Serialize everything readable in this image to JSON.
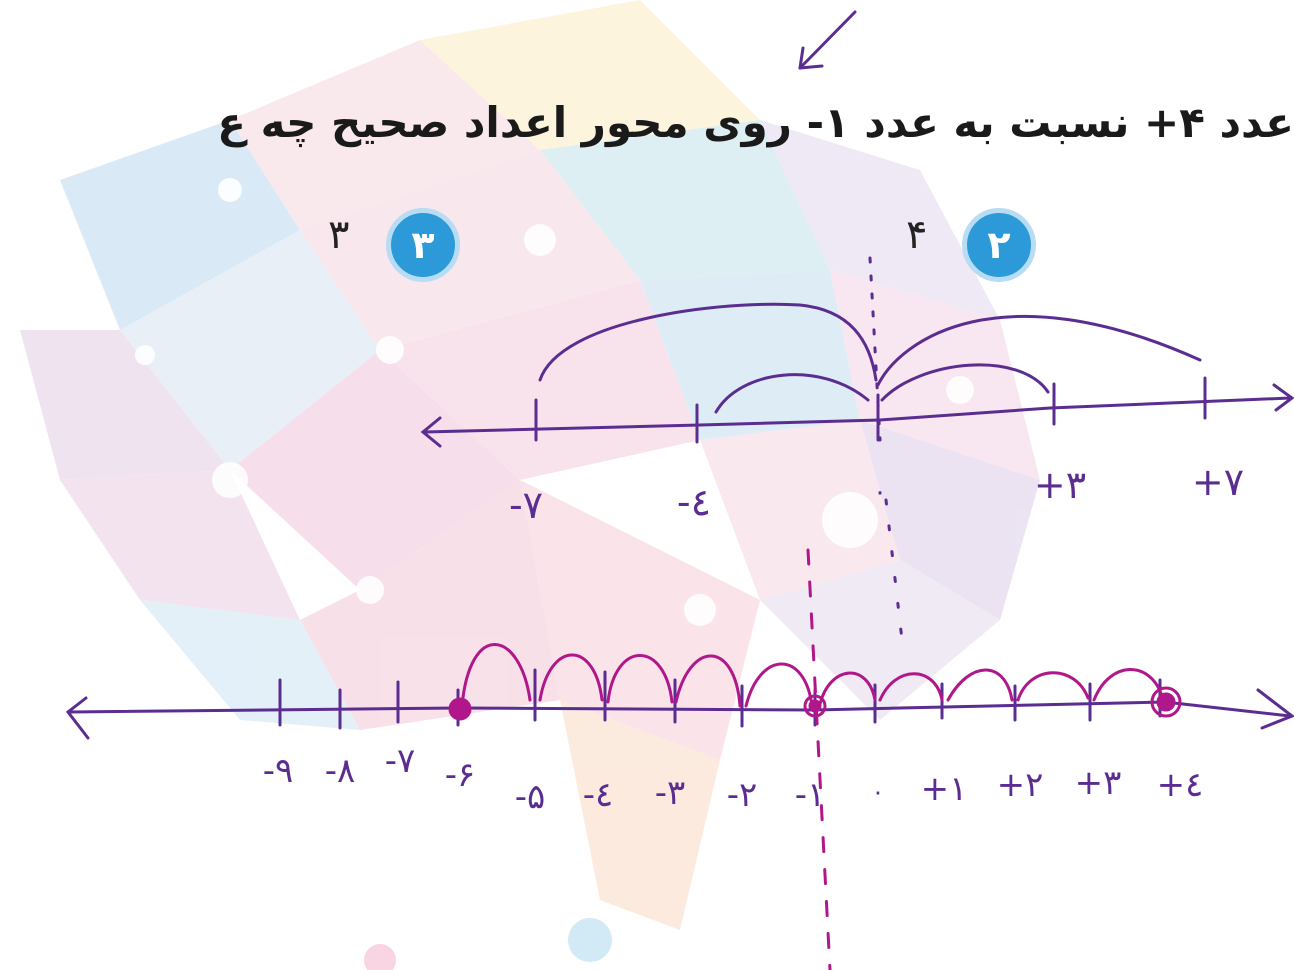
{
  "question": {
    "text": "عدد ۴+ نسبت به عدد ۱- روی محور اعداد صحیح چه ع"
  },
  "options": [
    {
      "badge": "۳",
      "value": "۳"
    },
    {
      "badge": "۲",
      "value": "۴"
    }
  ],
  "top_axis_labels": [
    "-۷",
    "-٤",
    "۰",
    "+۳",
    "+۷"
  ],
  "bottom_axis_labels": [
    "-۹",
    "-۸",
    "-۷",
    "-۶",
    "-۵",
    "-٤",
    "-۳",
    "-۲",
    "-۱",
    "۰",
    "+۱",
    "+۲",
    "+۳",
    "+٤"
  ],
  "colors": {
    "ink_purple": "#5b2d91",
    "ink_magenta": "#b0178a",
    "badge_blue": "#2c9ad8",
    "question_text": "#1a1a1a"
  }
}
